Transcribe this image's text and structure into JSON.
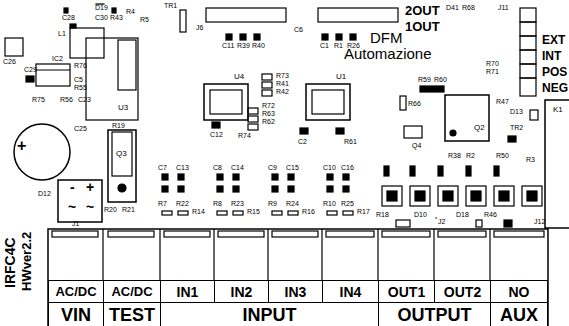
{
  "diagram": {
    "nodes": [
      {
        "text": [
          "AC/DC"
        ]
      },
      {
        "text": [
          "AC/DC"
        ]
      },
      {
        "text": [
          "IN1"
        ]
      },
      {
        "text": [
          "IN2"
        ]
      },
      {
        "text": [
          "IN3"
        ]
      },
      {
        "text": [
          "IN4"
        ]
      },
      {
        "text": [
          "OUT1"
        ]
      },
      {
        "text": [
          "OUT2"
        ]
      },
      {
        "text": [
          "NO"
        ]
      },
      {
        "text": [
          "VIN"
        ]
      },
      {
        "text": [
          "TEST"
        ]
      },
      {
        "text": [
          "INPUT"
        ]
      },
      {
        "text": [
          "OUTPUT"
        ]
      },
      {
        "text": [
          "AUX"
        ]
      }
    ],
    "labels": [
      "C28",
      "D19",
      "C30",
      "R43",
      "R4",
      "R5",
      "TR1",
      "J6",
      "C11",
      "R39",
      "R40",
      "C6",
      "C1",
      "R1",
      "R26",
      "C26",
      "L1",
      "IC2",
      "C29",
      "R76",
      "C5",
      "R55",
      "R56",
      "C23",
      "R75",
      "U3",
      "R73",
      "R41",
      "R42",
      "U4",
      "U1",
      "R72",
      "R63",
      "R62",
      "R74",
      "C12",
      "C2",
      "R61",
      "C25",
      "R19",
      "Q3",
      "D12",
      "-",
      "+",
      "~",
      "~",
      "R20",
      "R21",
      "J1",
      "+",
      "IRFC4C",
      "HWver2.2",
      "DFM",
      "Automazione",
      "2OUT",
      "1OUT",
      "D41",
      "R68",
      "J11",
      "EXT",
      "INT",
      "POS",
      "NEG",
      "R70",
      "R71",
      "R47",
      "R59",
      "R60",
      "Q2",
      "R66",
      "Q4",
      "D13",
      "TR2",
      "K1",
      "R38",
      "R2",
      "R50",
      "R3",
      "C7",
      "C13",
      "R7",
      "R22",
      "R14",
      "C8",
      "C14",
      "R8",
      "R23",
      "R15",
      "C9",
      "C15",
      "R9",
      "R24",
      "R16",
      "C10",
      "C16",
      "R10",
      "R25",
      "R17",
      "R18",
      "D10",
      "J2",
      "D18",
      "R46",
      "J12"
    ]
  }
}
